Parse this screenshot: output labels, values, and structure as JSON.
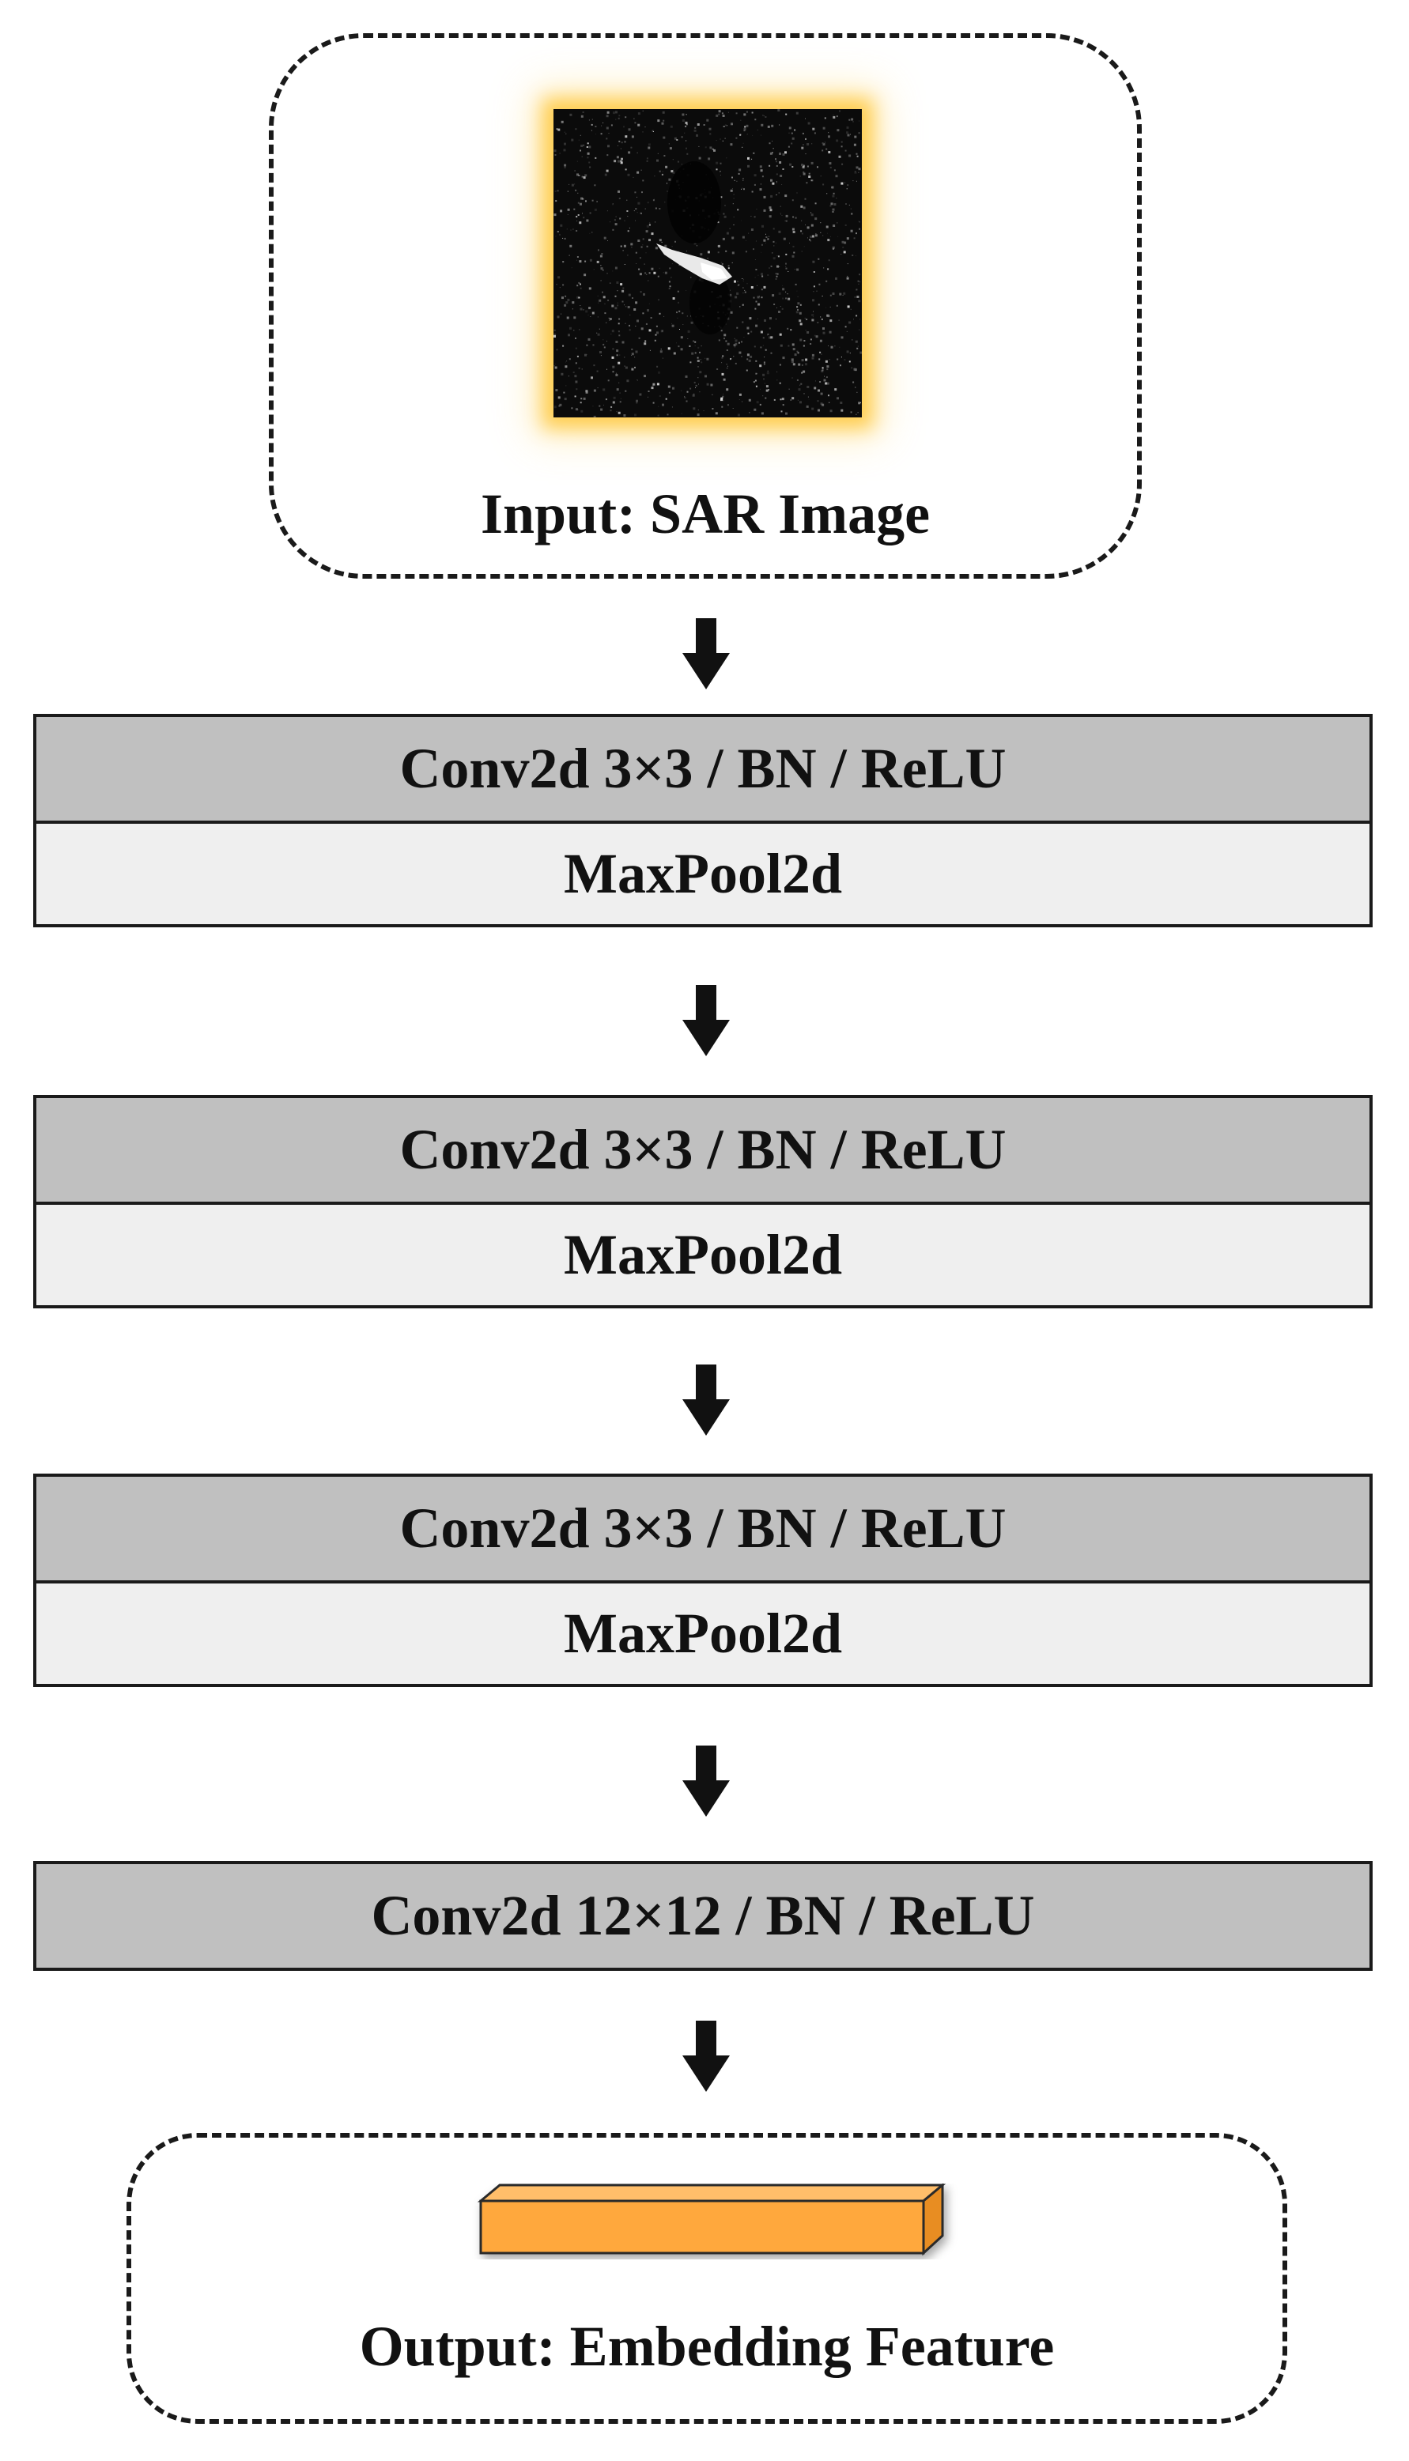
{
  "input": {
    "caption": "Input: SAR Image",
    "image_icon": "sar-image"
  },
  "layers": [
    {
      "conv": "Conv2d 3×3 / BN / ReLU",
      "pool": "MaxPool2d"
    },
    {
      "conv": "Conv2d 3×3 / BN / ReLU",
      "pool": "MaxPool2d"
    },
    {
      "conv": "Conv2d 3×3 / BN / ReLU",
      "pool": "MaxPool2d"
    },
    {
      "conv": "Conv2d 12×12 / BN / ReLU"
    }
  ],
  "output": {
    "caption": "Output: Embedding Feature",
    "feature_icon": "embedding-bar-icon"
  },
  "colors": {
    "conv_fill": "#c0c0c0",
    "pool_fill": "#efefef",
    "embedding_fill": "#ffa83e",
    "glow": "#ffc83c",
    "stroke": "#1a1a1a"
  }
}
